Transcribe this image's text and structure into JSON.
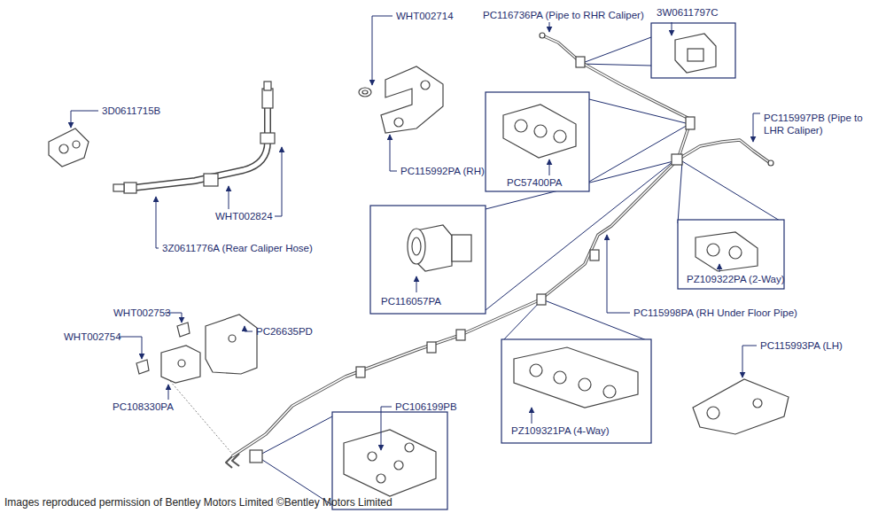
{
  "diagram": {
    "caption": "Images reproduced permission of Bentley Motors Limited ©Bentley Motors Limited",
    "labels": [
      "PC116736PA (Pipe to RHR Caliper)",
      "3W0611797C",
      "WHT002714",
      "3D0611715B",
      "PC115992PA (RH)",
      "PC57400PA",
      "PC115997PB (Pipe to LHR Caliper)",
      "WHT002824",
      "3Z0611776A (Rear Caliper Hose)",
      "PC116057PA",
      "PZ109322PA (2-Way)",
      "WHT002753",
      "PC26635PD",
      "WHT002754",
      "PC115998PA (RH Under Floor Pipe)",
      "PC115993PA (LH)",
      "PC108330PA",
      "PC106199PB",
      "PZ109321PA (4-Way)"
    ]
  }
}
